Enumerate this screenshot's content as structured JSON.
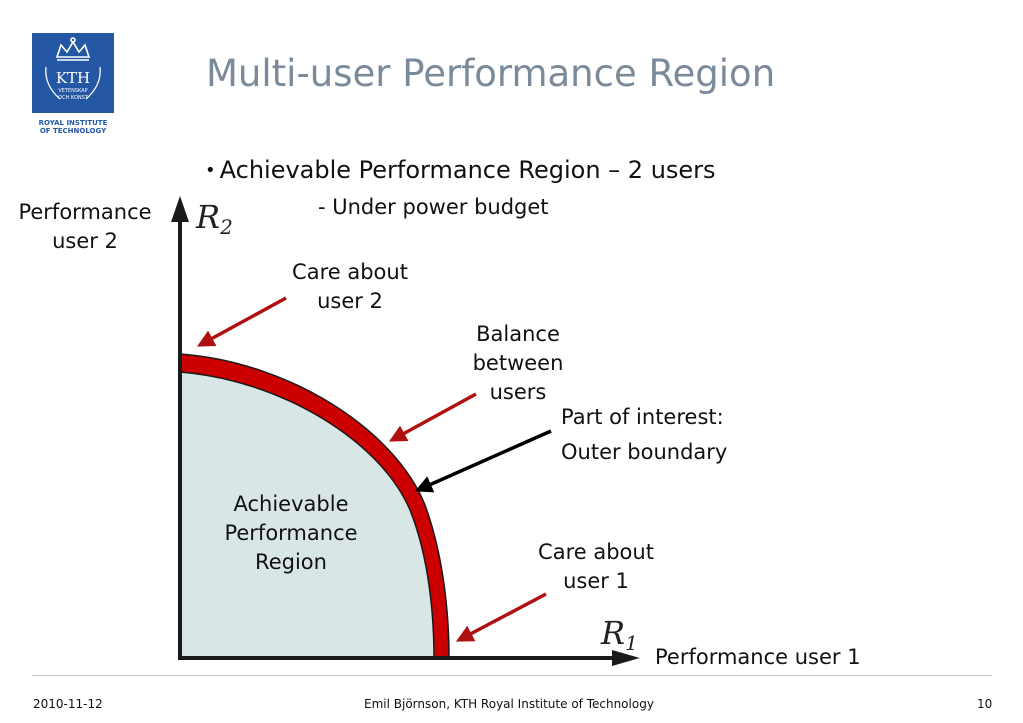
{
  "slide": {
    "title": "Multi-user Performance Region",
    "bullet": "Achievable Performance Region – 2 users",
    "sub_bullet": "- Under power budget"
  },
  "logo": {
    "main_text": "KTH",
    "motto": [
      "VETENSKAP",
      "OCH KONST"
    ],
    "institution": [
      "ROYAL INSTITUTE",
      "OF TECHNOLOGY"
    ],
    "color": "#2457a4"
  },
  "axes": {
    "y_label": [
      "Performance",
      "user 2"
    ],
    "x_label": "Performance user 1",
    "y_symbol": "R",
    "y_subscript": "2",
    "x_symbol": "R",
    "x_subscript": "1"
  },
  "annotations": {
    "care_user2": [
      "Care about",
      "user 2"
    ],
    "balance": [
      "Balance",
      "between",
      "users"
    ],
    "interest": [
      "Part of interest:",
      "Outer boundary"
    ],
    "region": [
      "Achievable",
      "Performance",
      "Region"
    ],
    "care_user1": [
      "Care about",
      "user 1"
    ]
  },
  "colors": {
    "region_fill": "#d9e6e6",
    "boundary": "#cc0000",
    "arrow_red": "#b01010",
    "arrow_black": "#000000",
    "title": "#7a8a9a"
  },
  "footer": {
    "date": "2010-11-12",
    "author": "Emil Björnson, KTH Royal Institute of Technology",
    "page": "10"
  }
}
